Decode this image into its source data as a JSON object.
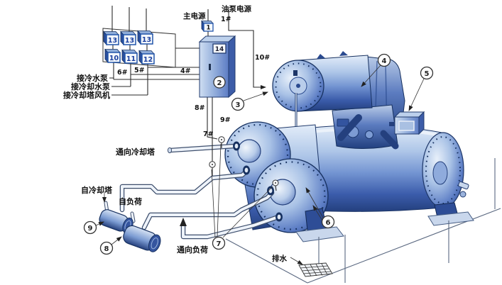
{
  "labels": {
    "main_power": "主电源",
    "oil_pump_power": "油泵电源",
    "connect_chilled_water_pump": "接冷水泵",
    "connect_cooling_water_pump": "接冷却水泵",
    "connect_cooling_tower_fan": "接冷却塔风机",
    "to_cooling_tower": "通向冷却塔",
    "from_cooling_tower": "自冷却塔",
    "from_load": "自负荷",
    "to_load": "通向负荷",
    "drain": "排水"
  },
  "wire_numbers": {
    "w1": "1#",
    "w4": "4#",
    "w5": "5#",
    "w6": "6#",
    "w7": "7#",
    "w8": "8#",
    "w9": "9#",
    "w10": "10#"
  },
  "starter_panel": {
    "row1": [
      "13",
      "13",
      "13"
    ],
    "row2": [
      "10",
      "11",
      "12"
    ]
  },
  "components": {
    "main_breaker": "1",
    "control_panel": "2",
    "interlock_terminal": "14"
  },
  "callouts": {
    "c3": "3",
    "c4": "4",
    "c5": "5",
    "c6": "6",
    "c7": "7",
    "c8": "8",
    "c9": "9"
  },
  "colors": {
    "machine_blue": "#4a6fbe",
    "machine_blue_dark": "#24407e",
    "machine_blue_light": "#dbe7f7",
    "line": "#2a2a2a",
    "background": "#ffffff"
  }
}
